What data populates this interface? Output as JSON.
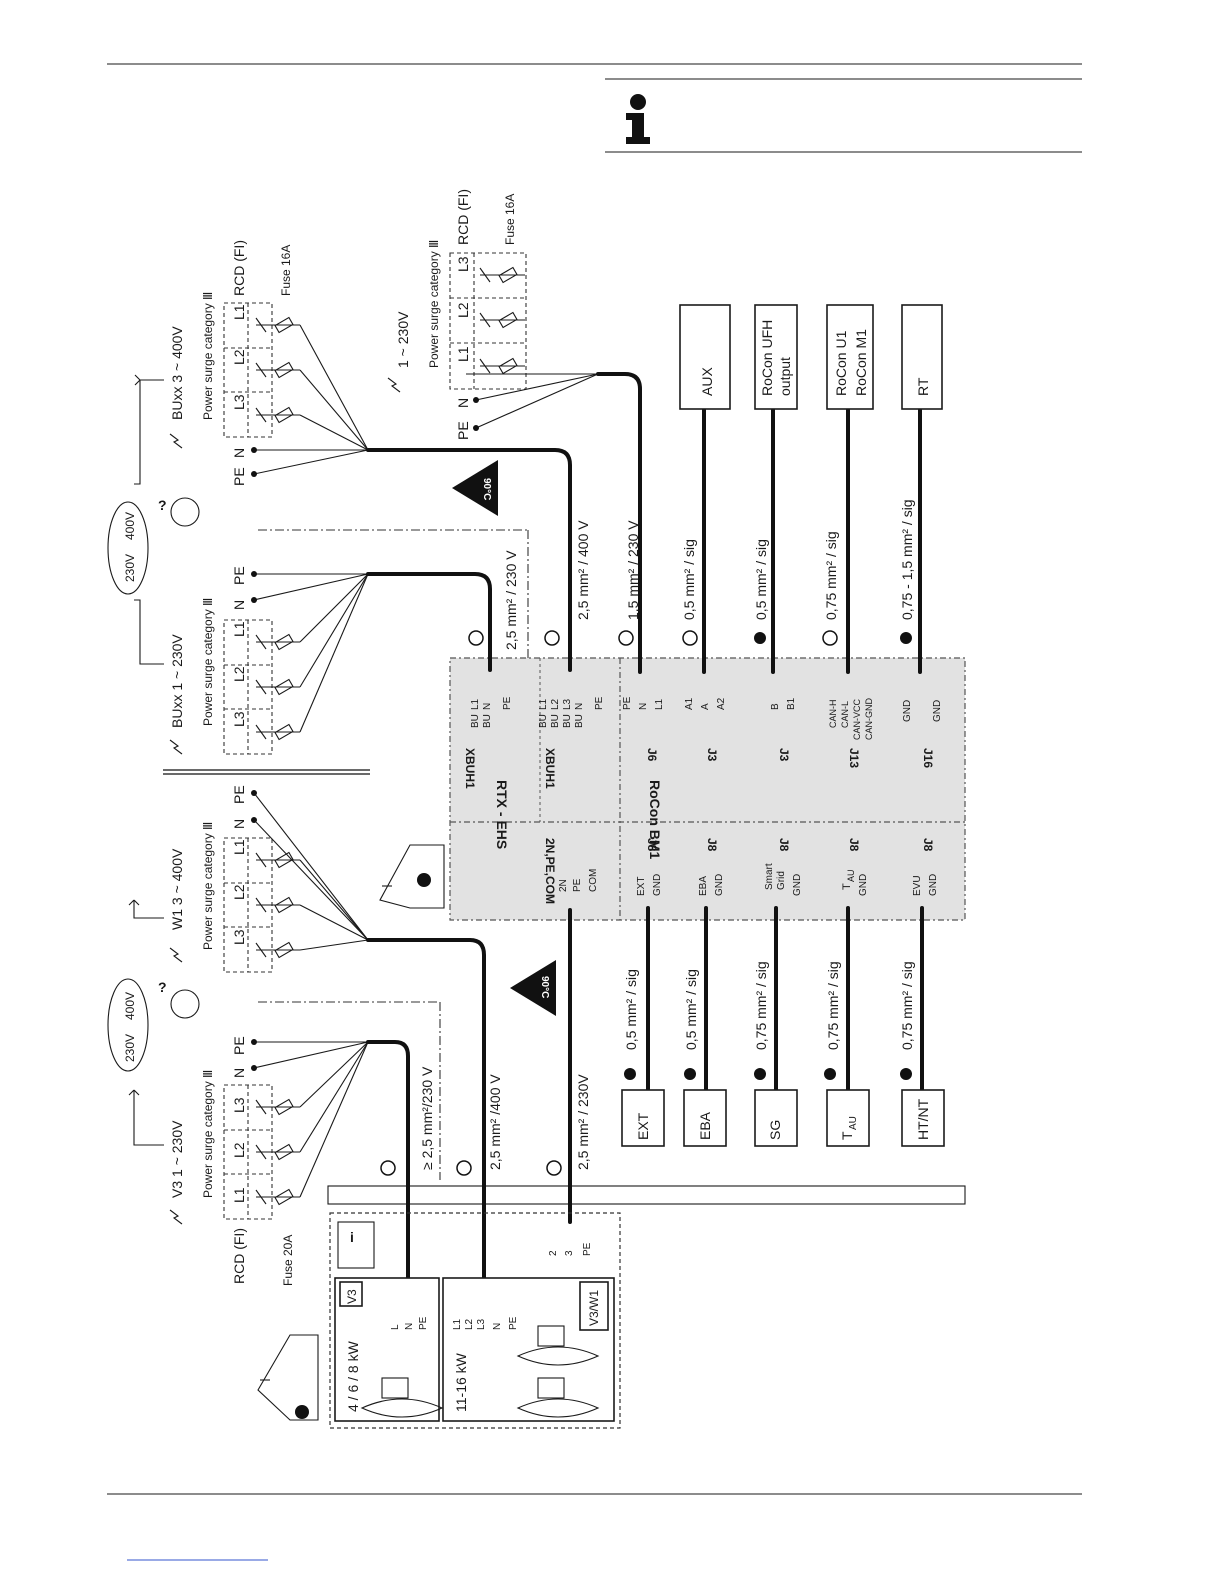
{
  "note": {
    "icon": "info-icon"
  },
  "colors": {
    "panel": "#e2e2e2",
    "line": "#1a1a1a",
    "link": "#3355cc"
  },
  "common": {
    "psc": "Power surge category Ⅲ",
    "rcd": "RCD (FI)",
    "fuse16": "Fuse 16A",
    "fuse20": "Fuse 20A",
    "L1": "L1",
    "L2": "L2",
    "L3": "L3",
    "N": "N",
    "PE": "PE"
  },
  "supplies": {
    "buxx3": "BUxx  3 ~ 400V",
    "buxx1": "BUxx  1 ~ 230V",
    "w1": "W1  3 ~ 400V",
    "v3": "V3  1 ~ 230V",
    "main": "1 ~ 230V"
  },
  "cloud": {
    "a": "230V",
    "b": "400V"
  },
  "cables": {
    "c_1_5": "1,5 mm² / 230 V",
    "c_2_5_400_top": "2,5 mm² / 400 V",
    "c_2_5_230_top": "2,5 mm² / 230 V",
    "c_2_5_400": "2,5 mm² /400 V",
    "c_ge2_5": "≥ 2,5 mm²/230 V",
    "c_2_5_230": "2,5 mm² / 230V",
    "sig_05a": "0,5 mm² / sig",
    "sig_05b": "0,5 mm² / sig",
    "sig_075_can": "0,75 mm² / sig",
    "sig_rt": "0,75 - 1,5 mm² / sig",
    "sig_ext": "0,5 mm² / sig",
    "sig_eba": "0,5 mm² / sig",
    "sig_sg": "0,75 mm² / sig",
    "sig_tau": "0,75 mm² / sig",
    "sig_evu": "0,75 mm² / sig"
  },
  "badge": "90°C",
  "devices_top": {
    "aux": "AUX",
    "ufh_a": "RoCon UFH",
    "ufh_b": "output",
    "u1": "RoCon U1",
    "m1": "RoCon M1",
    "rt": "RT"
  },
  "devices_bottom": {
    "ext": "EXT",
    "eba": "EBA",
    "sg": "SG",
    "tau": "T",
    "tau_sub": "AU",
    "htnt": "HT/NT"
  },
  "controller": {
    "rtx": "RTX - EHS",
    "rocon": "RoCon BM1",
    "xbuh1": "XBUH1",
    "xag1": [
      "2N",
      "PE",
      "COM"
    ],
    "J3": "J3",
    "J6": "J6",
    "J8": "J8",
    "J13": "J13",
    "J16": "J16",
    "xb1": [
      "BU",
      "L1",
      "BU",
      "N",
      "PE"
    ],
    "xb3": [
      "BU",
      "L1",
      "BU",
      "L2",
      "BU",
      "L3",
      "BU",
      "N",
      "PE"
    ],
    "j6": [
      "PE",
      "N",
      "L1"
    ],
    "j3a": [
      "A1",
      "A",
      "A2"
    ],
    "j3b": [
      "B",
      "B1"
    ],
    "j13": [
      "CAN-H",
      "CAN-L",
      "CAN-VCC",
      "CAN-GND"
    ],
    "j16": [
      "GND",
      "GND"
    ],
    "j8_ext": [
      "EXT",
      "GND"
    ],
    "j8_eba": [
      "EBA",
      "GND"
    ],
    "j8_sg": [
      "Smart",
      "Grid",
      "GND"
    ],
    "j8_tau": [
      "T",
      "GND"
    ],
    "tau_sub": "AU",
    "j8_evu": [
      "EVU",
      "GND"
    ]
  },
  "outdoor": {
    "v3": "V3",
    "v3w1": "V3/W1",
    "kw_small": "4 / 6 / 8 kW",
    "kw_big": "11-16 kW",
    "v3_terms": [
      "L",
      "N",
      "PE"
    ],
    "w1_terms": [
      "L1",
      "L2",
      "L3",
      "N",
      "PE"
    ],
    "sig_terms": [
      "2",
      "3",
      "PE"
    ]
  }
}
